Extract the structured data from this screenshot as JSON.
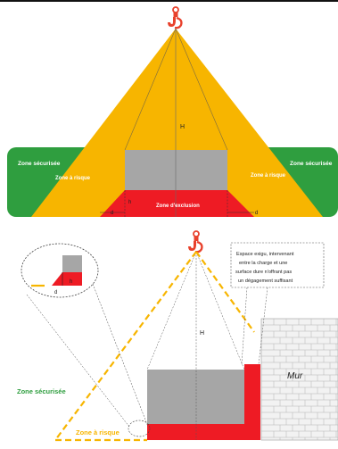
{
  "top": {
    "safe_zone_left": "Zone sécurisée",
    "safe_zone_right": "Zone sécurisée",
    "risk_zone_left": "Zone à risque",
    "risk_zone_right": "Zone à risque",
    "exclusion_zone": "Zone d'exclusion",
    "height_label": "H",
    "hook_height_label": "h",
    "d_label_left": "d",
    "d_label_right": "d"
  },
  "bottom": {
    "height_label": "H",
    "safe_zone": "Zone sécurisée",
    "risk_zone": "Zone à risque",
    "wall_label": "Mur",
    "callout_text": [
      "Espace exigu, intervenant",
      "entre la charge et une",
      "surface dure n'offrant pas",
      "un dégagement suffisant"
    ],
    "inset_h_label": "h",
    "inset_d_label": "d"
  },
  "colors": {
    "green": "#2f9e3f",
    "yellow": "#f7b500",
    "red": "#ee1b24",
    "gray": "#a6a6a6",
    "hook": "#e8412c",
    "safe_text": "#2f9e3f",
    "risk_text": "#f7b500"
  },
  "icons": {
    "hook": "crane-hook-icon"
  }
}
